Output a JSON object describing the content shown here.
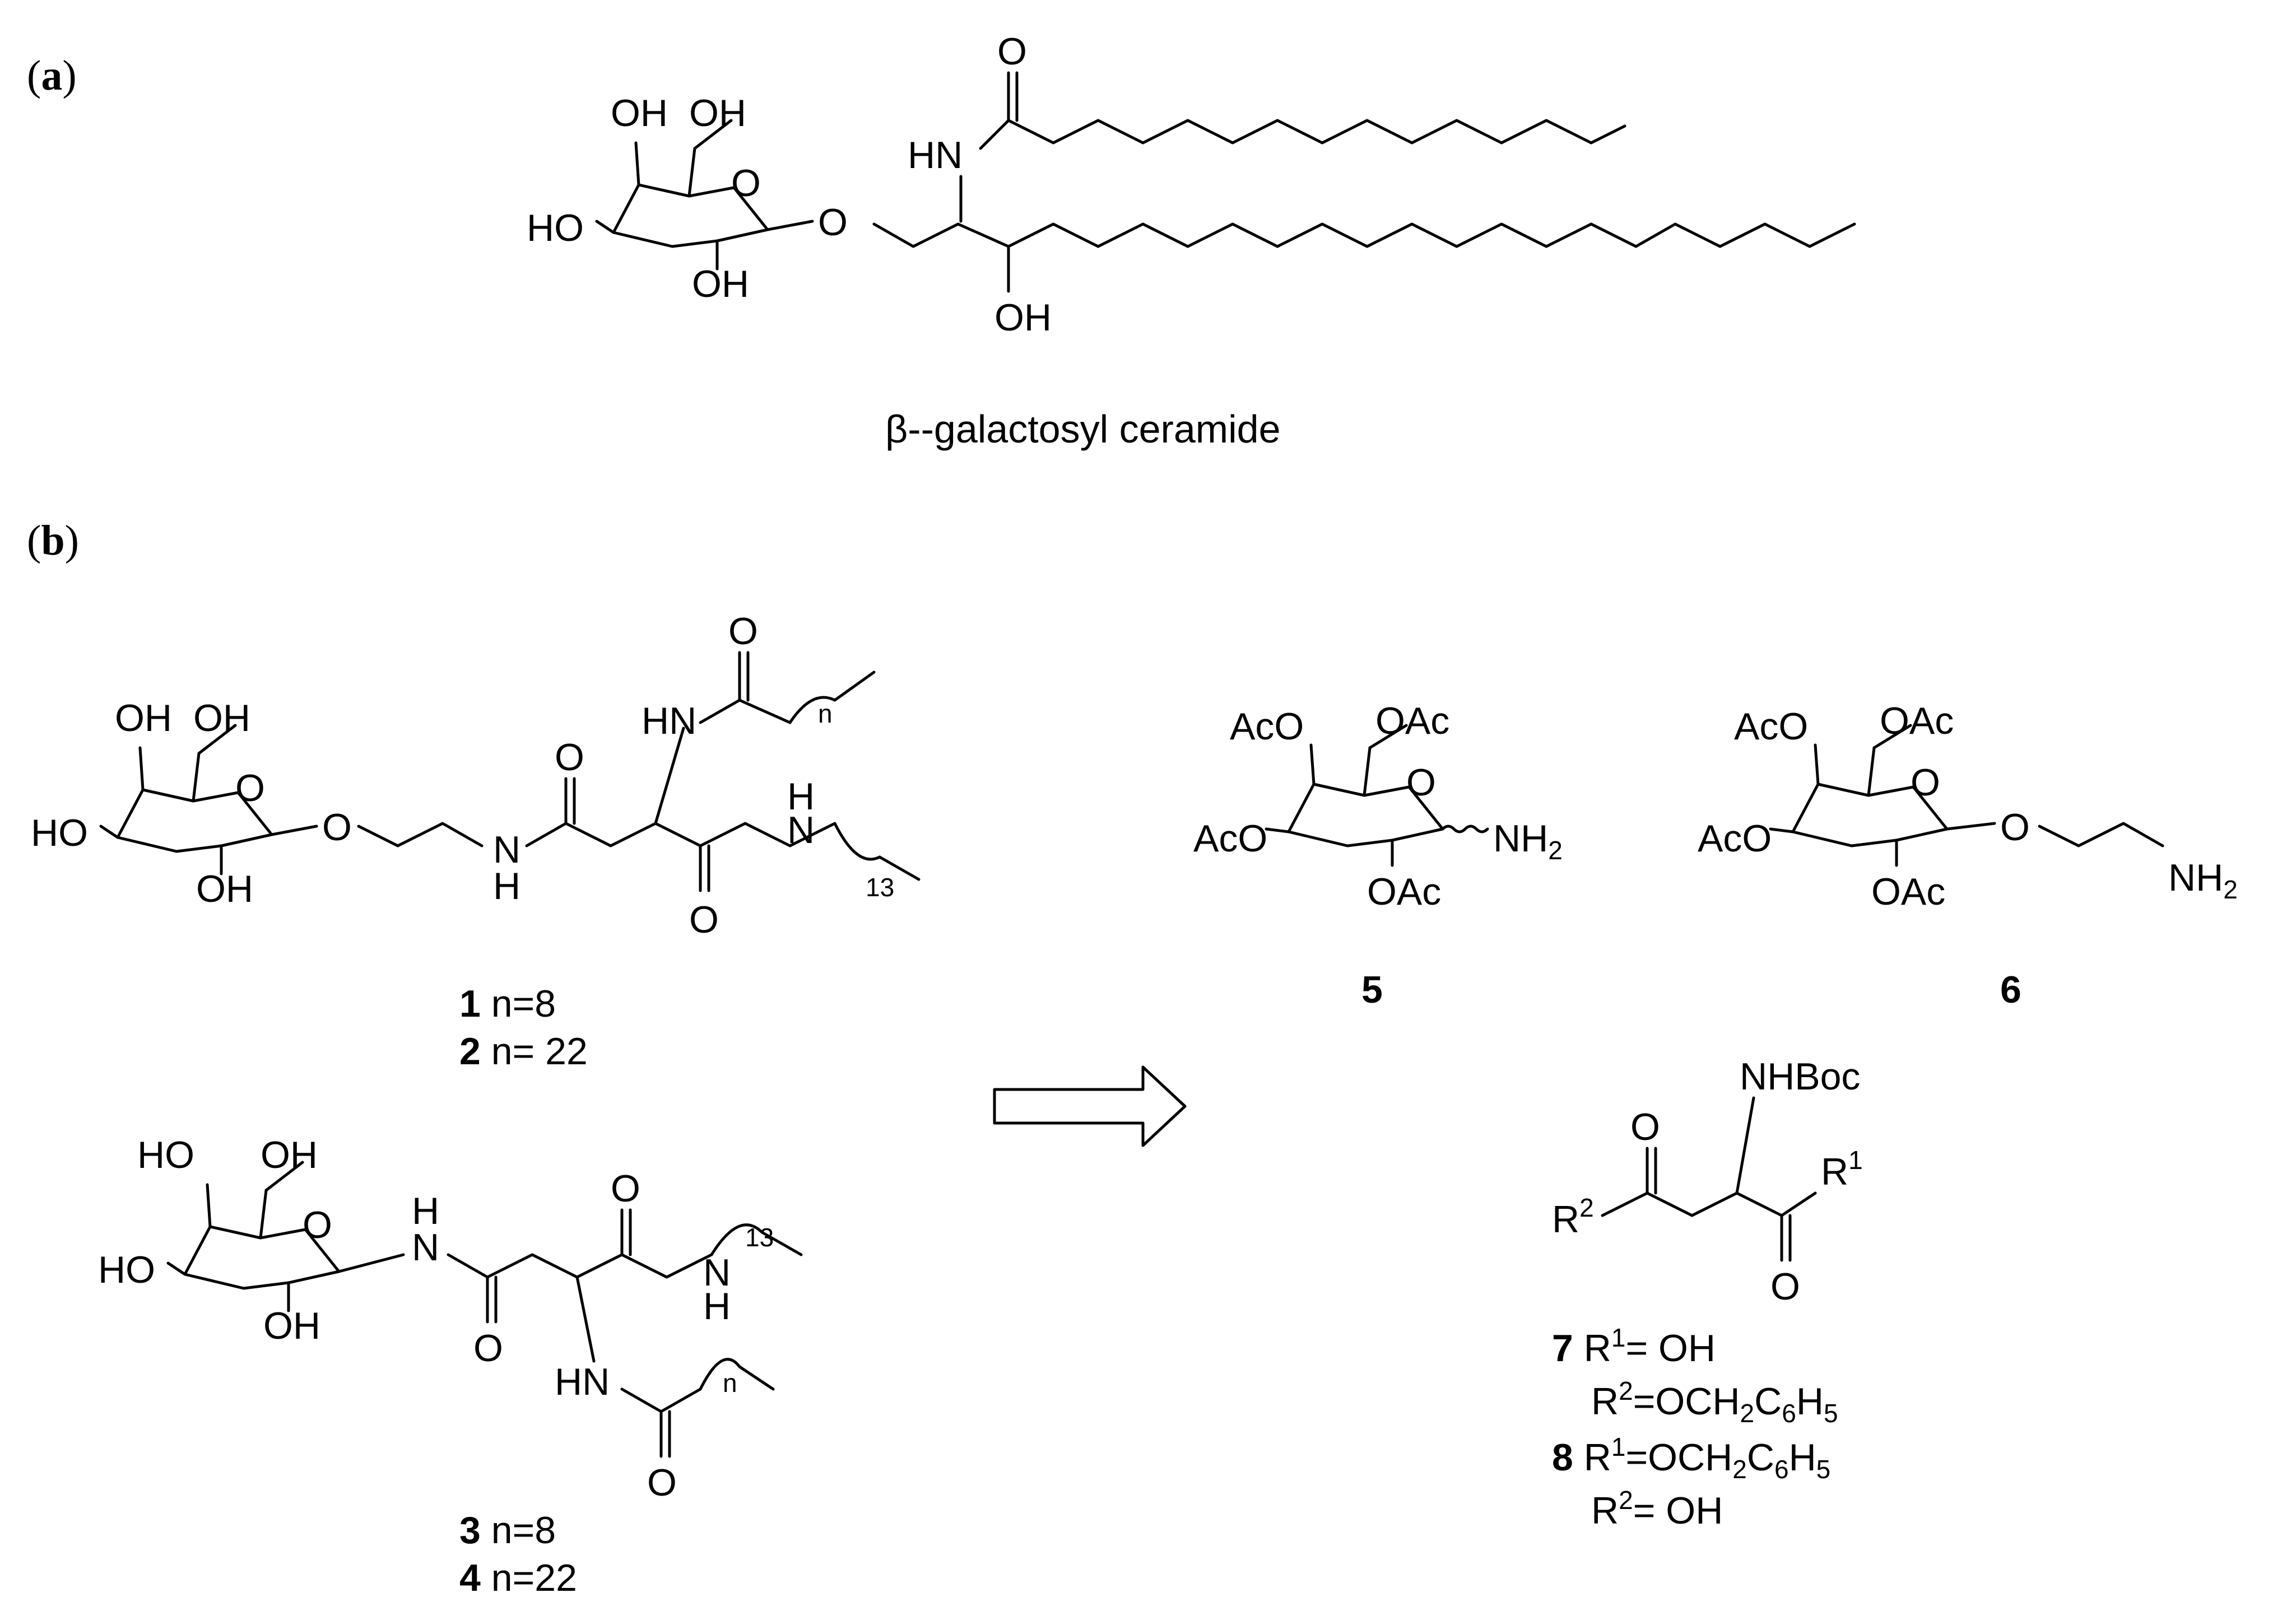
{
  "panels": {
    "a": {
      "letter": "a",
      "caption": "β--galactosyl ceramide"
    },
    "b": {
      "letter": "b"
    }
  },
  "atoms": {
    "oh": "OH",
    "ho": "HO",
    "o": "O",
    "hn": "HN",
    "h": "H",
    "n": "N",
    "nh": "NH",
    "aco": "AcO",
    "oac": "OAc",
    "nhboc": "NHBoc",
    "r": "R",
    "sub_n": "n",
    "sub_13": "13",
    "sub_2": "2",
    "sub_1": "1"
  },
  "compounds": {
    "c1": {
      "num": "1",
      "text": " n=8"
    },
    "c2": {
      "num": "2",
      "text": " n= 22"
    },
    "c3": {
      "num": "3",
      "text": " n=8"
    },
    "c4": {
      "num": "4",
      "text": " n=22"
    },
    "c5": {
      "num": "5"
    },
    "c6": {
      "num": "6"
    },
    "c7": {
      "num": "7"
    },
    "c8": {
      "num": "8"
    }
  },
  "substituents": {
    "r7a": "= OH",
    "r7b": "=OCH",
    "r8a": "=OCH",
    "r8b": "= OH",
    "c": "C",
    "h": "H",
    "sub2": "2",
    "sub6": "6",
    "sub5": "5",
    "sup1": "1",
    "sup2": "2"
  },
  "arrow": {
    "style": "open-retrosynthetic"
  }
}
